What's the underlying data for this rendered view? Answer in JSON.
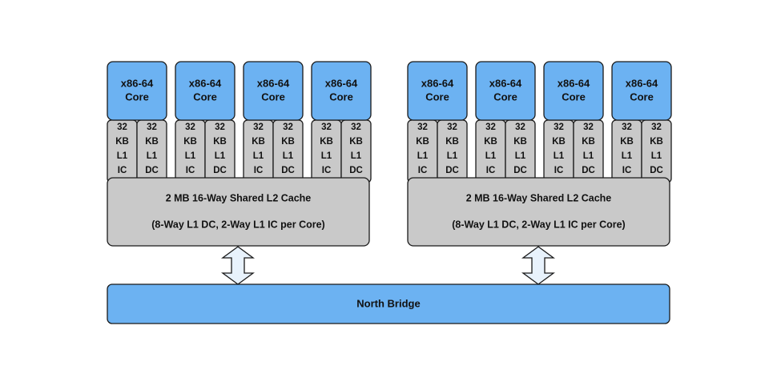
{
  "colors": {
    "core_fill": "#6cb2f2",
    "cache_fill": "#c9c9c9",
    "north_bridge_fill": "#6cb2f2",
    "arrow_fill": "#e8f2fc",
    "stroke": "#1a1a1a"
  },
  "processors": [
    {
      "cores": [
        {
          "label_line1": "x86-64",
          "label_line2": "Core",
          "ic": [
            "32",
            "KB",
            "L1",
            "IC"
          ],
          "dc": [
            "32",
            "KB",
            "L1",
            "DC"
          ]
        },
        {
          "label_line1": "x86-64",
          "label_line2": "Core",
          "ic": [
            "32",
            "KB",
            "L1",
            "IC"
          ],
          "dc": [
            "32",
            "KB",
            "L1",
            "DC"
          ]
        },
        {
          "label_line1": "x86-64",
          "label_line2": "Core",
          "ic": [
            "32",
            "KB",
            "L1",
            "IC"
          ],
          "dc": [
            "32",
            "KB",
            "L1",
            "DC"
          ]
        },
        {
          "label_line1": "x86-64",
          "label_line2": "Core",
          "ic": [
            "32",
            "KB",
            "L1",
            "IC"
          ],
          "dc": [
            "32",
            "KB",
            "L1",
            "DC"
          ]
        }
      ],
      "l2_line1": "2 MB 16-Way Shared L2 Cache",
      "l2_line2": "(8-Way L1 DC, 2-Way L1 IC per Core)"
    },
    {
      "cores": [
        {
          "label_line1": "x86-64",
          "label_line2": "Core",
          "ic": [
            "32",
            "KB",
            "L1",
            "IC"
          ],
          "dc": [
            "32",
            "KB",
            "L1",
            "DC"
          ]
        },
        {
          "label_line1": "x86-64",
          "label_line2": "Core",
          "ic": [
            "32",
            "KB",
            "L1",
            "IC"
          ],
          "dc": [
            "32",
            "KB",
            "L1",
            "DC"
          ]
        },
        {
          "label_line1": "x86-64",
          "label_line2": "Core",
          "ic": [
            "32",
            "KB",
            "L1",
            "IC"
          ],
          "dc": [
            "32",
            "KB",
            "L1",
            "DC"
          ]
        },
        {
          "label_line1": "x86-64",
          "label_line2": "Core",
          "ic": [
            "32",
            "KB",
            "L1",
            "IC"
          ],
          "dc": [
            "32",
            "KB",
            "L1",
            "DC"
          ]
        }
      ],
      "l2_line1": "2 MB 16-Way Shared L2 Cache",
      "l2_line2": "(8-Way L1 DC, 2-Way L1 IC per Core)"
    }
  ],
  "north_bridge": {
    "label": "North Bridge"
  }
}
